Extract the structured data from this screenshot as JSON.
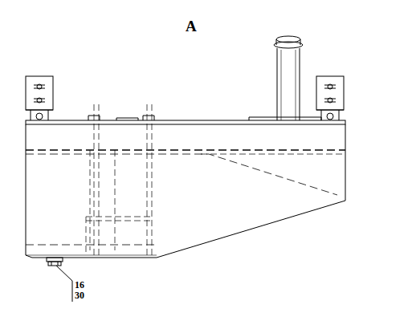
{
  "diagram": {
    "title": "A",
    "labels": [
      "16",
      "30"
    ]
  }
}
